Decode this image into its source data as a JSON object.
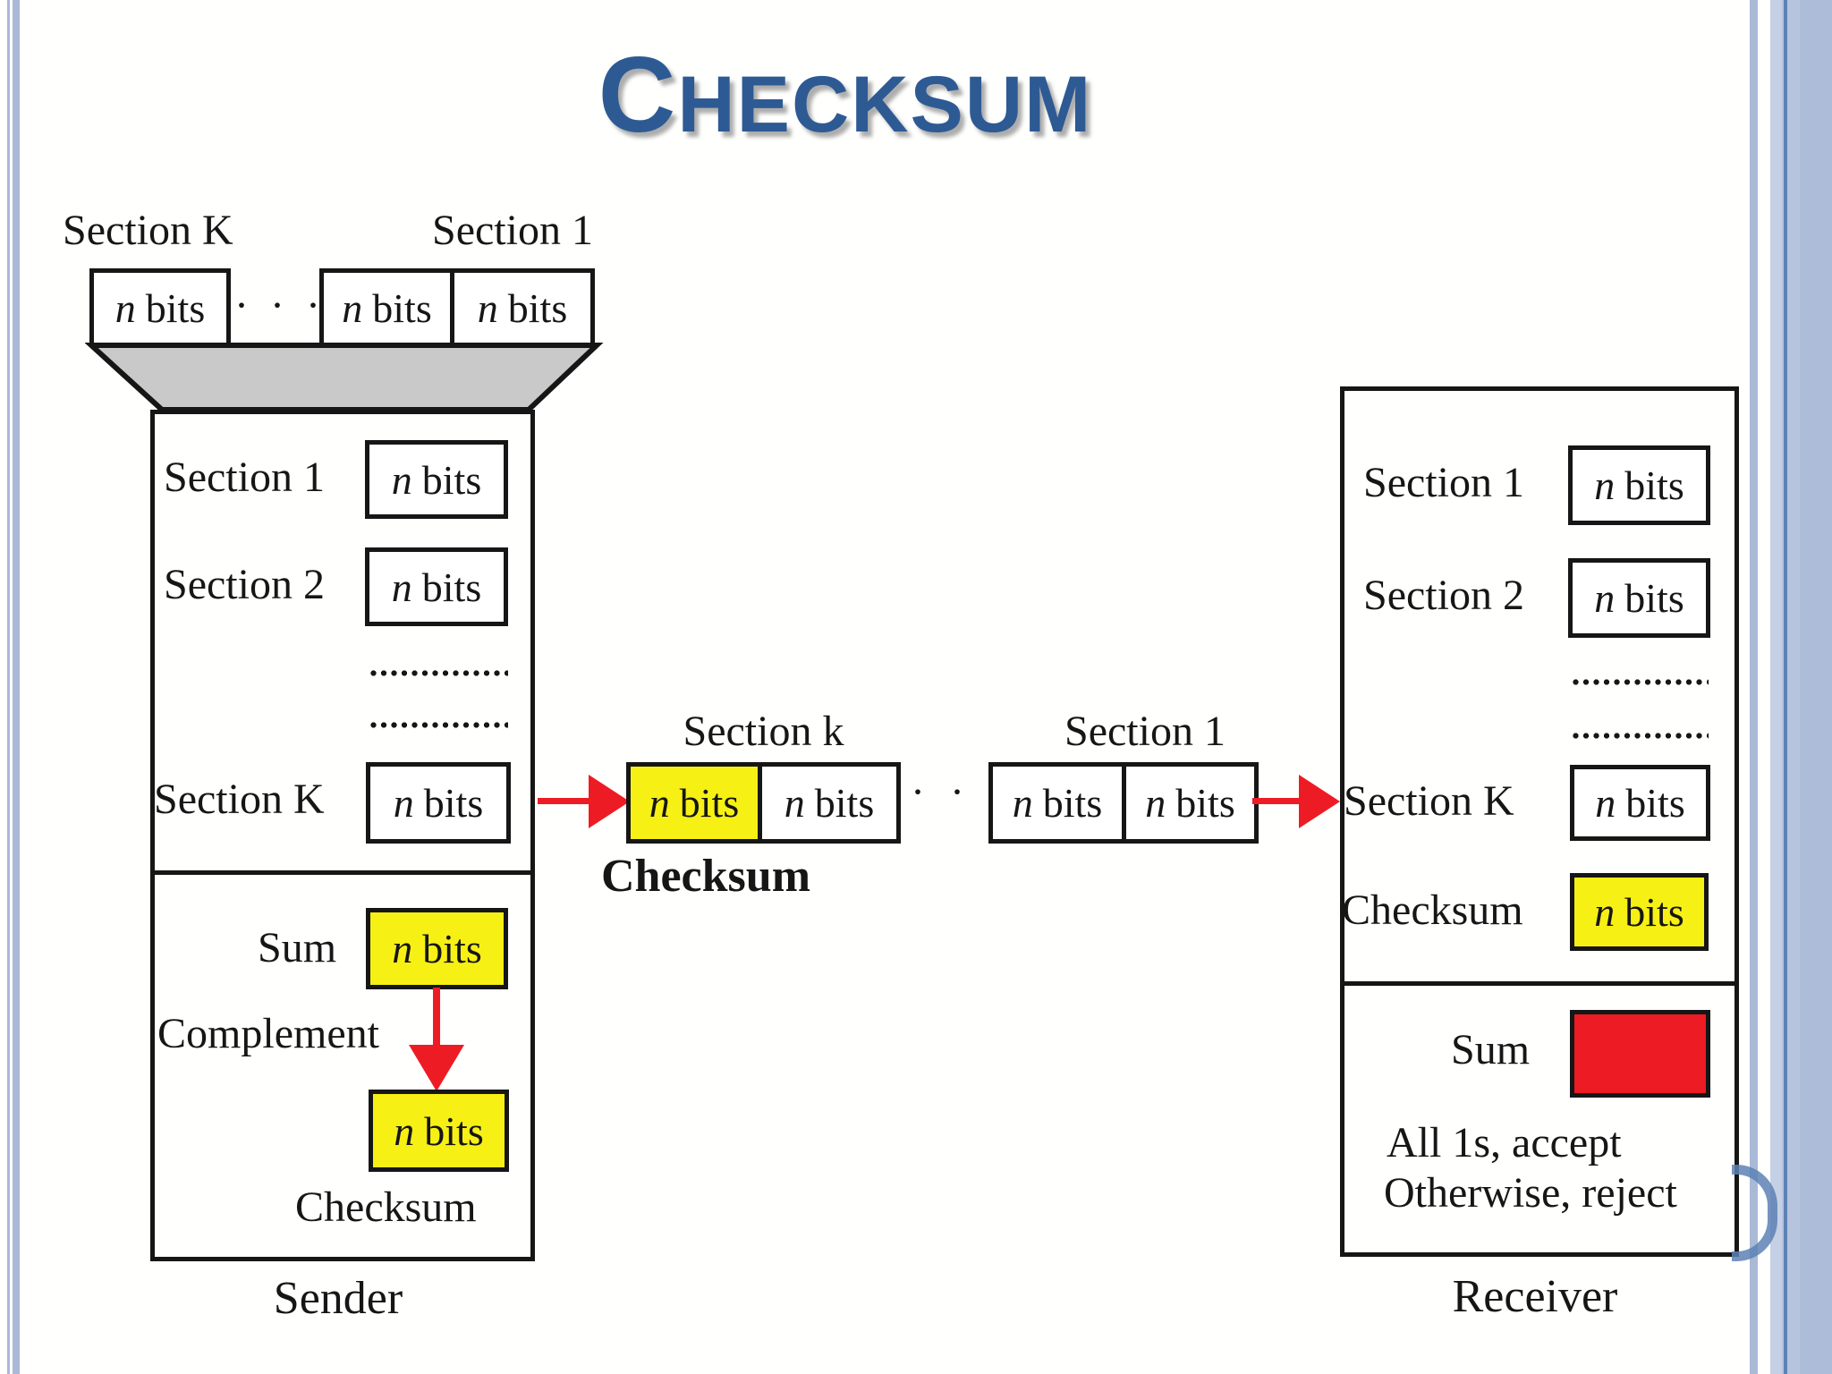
{
  "title": {
    "first_letter": "C",
    "rest": "HECKSUM"
  },
  "shared": {
    "n": "n",
    "bits": "bits",
    "ellipsis": "· · ·"
  },
  "top_row": {
    "left_label": "Section K",
    "right_label": "Section 1"
  },
  "sender": {
    "row1_label": "Section 1",
    "row2_label": "Section 2",
    "rowk_label": "Section K",
    "sum_label": "Sum",
    "complement_label": "Complement",
    "checksum_label": "Checksum",
    "caption": "Sender"
  },
  "packet": {
    "section_k_label": "Section k",
    "section_1_label": "Section 1",
    "checksum_label": "Checksum"
  },
  "receiver": {
    "row1_label": "Section 1",
    "row2_label": "Section 2",
    "rowk_label": "Section K",
    "checksum_label": "Checksum",
    "sum_label": "Sum",
    "accept_line": "All 1s, accept",
    "reject_line": "Otherwise, reject",
    "caption": "Receiver"
  },
  "colors": {
    "title_blue": "#2e5a94",
    "highlight_yellow": "#f7f014",
    "arrow_red": "#ed1c24",
    "trapezoid_gray": "#c9c9c9",
    "frame_blue": "#a9b9d6",
    "frame_dark_blue": "#5d82b5"
  }
}
